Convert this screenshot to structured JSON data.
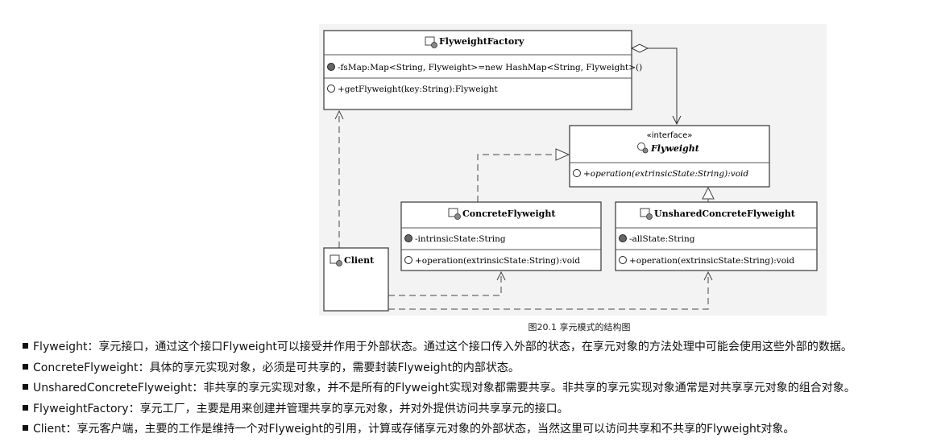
{
  "diagram": {
    "classes": {
      "factory": {
        "name": "FlyweightFactory",
        "attribute": "-fsMap:Map<String, Flyweight>=new HashMap<String, Flyweight>()",
        "operation": "+getFlyweight(key:String):Flyweight"
      },
      "flyweight": {
        "stereotype": "«interface»",
        "name": "Flyweight",
        "operation": "+operation(extrinsicState:String):void"
      },
      "concrete": {
        "name": "ConcreteFlyweight",
        "attribute": "-intrinsicState:String",
        "operation": "+operation(extrinsicState:String):void"
      },
      "unshared": {
        "name": "UnsharedConcreteFlyweight",
        "attribute": "-allState:String",
        "operation": "+operation(extrinsicState:String):void"
      },
      "client": {
        "name": "Client"
      }
    },
    "caption": "图20.1  享元模式的结构图"
  },
  "descriptions": [
    "Flyweight：享元接口，通过这个接口Flyweight可以接受并作用于外部状态。通过这个接口传入外部的状态，在享元对象的方法处理中可能会使用这些外部的数据。",
    "ConcreteFlyweight：具体的享元实现对象，必须是可共享的，需要封装Flyweight的内部状态。",
    "UnsharedConcreteFlyweight：非共享的享元实现对象，并不是所有的Flyweight实现对象都需要共享。非共享的享元实现对象通常是对共享享元对象的组合对象。",
    "FlyweightFactory：享元工厂，主要是用来创建并管理共享的享元对象，并对外提供访问共享享元的接口。",
    "Client：享元客户端，主要的工作是维持一个对Flyweight的引用，计算或存储享元对象的外部状态，当然这里可以访问共享和不共享的Flyweight对象。"
  ]
}
